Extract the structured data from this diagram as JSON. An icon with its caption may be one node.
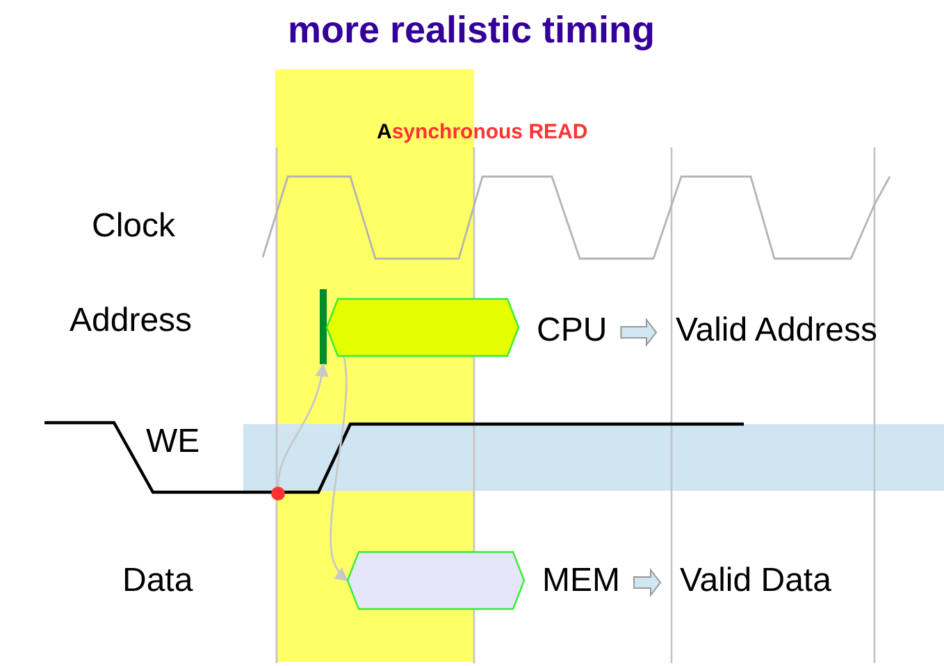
{
  "diagram": {
    "title": "more realistic timing",
    "nodes": [
      {
        "text": [],
        "shape": "bar"
      },
      {
        "text": [],
        "shape": "hexagon"
      },
      {
        "text": [
          "CPU"
        ]
      },
      {
        "text": [
          "Valid Address"
        ]
      },
      {
        "text": [],
        "shape": "circle"
      },
      {
        "text": [],
        "shape": "hexagon"
      },
      {
        "text": [
          "MEM"
        ]
      },
      {
        "text": [
          "Valid Data"
        ]
      }
    ],
    "edges": [
      {
        "from": 2,
        "to": 3,
        "arrow": "to",
        "style": "thick",
        "color": "#d0e6f2"
      },
      {
        "from": 4,
        "to": 0,
        "arrow": "to",
        "color": "#c8c8c8"
      },
      {
        "from": 1,
        "to": 5,
        "arrow": "to",
        "color": "#c8c8c8"
      },
      {
        "from": 6,
        "to": 7,
        "arrow": "to",
        "style": "thick",
        "color": "#d0e6f2"
      }
    ],
    "labels": [
      "Asynchronous READ",
      "Clock",
      "Address",
      "WE",
      "Data"
    ]
  }
}
